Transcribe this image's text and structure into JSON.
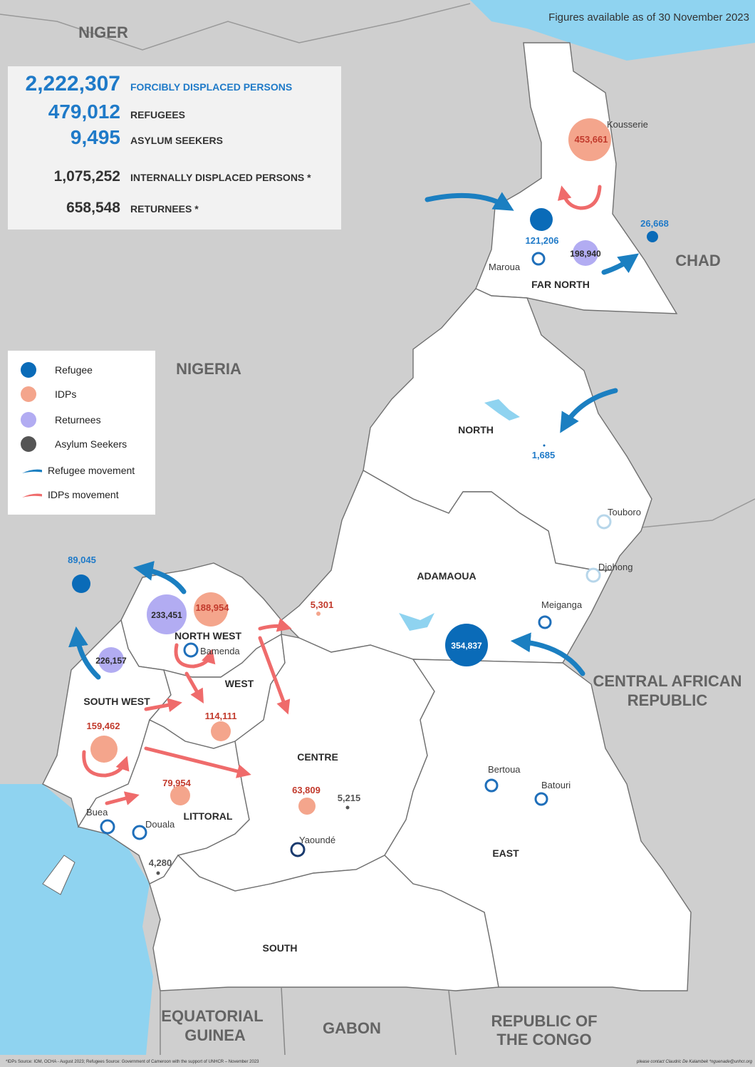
{
  "header": {
    "date_note": "Figures available as of 30 November 2023"
  },
  "stats": [
    {
      "value": "2,222,307",
      "label": "FORCIBLY DISPLACED PERSONS",
      "color": "#1f7ac8"
    },
    {
      "value": "479,012",
      "label": "REFUGEES",
      "color": "#1f7ac8"
    },
    {
      "value": "9,495",
      "label": "ASYLUM SEEKERS",
      "color": "#1f7ac8"
    },
    {
      "value": "1,075,252",
      "label": "INTERNALLY DISPLACED PERSONS *",
      "color": "#333333"
    },
    {
      "value": "658,548",
      "label": "RETURNEES *",
      "color": "#333333"
    }
  ],
  "legend": [
    {
      "label": "Refugee",
      "icon": "refugee-dot-icon",
      "color": "#0a6bb8"
    },
    {
      "label": "IDPs",
      "icon": "idp-dot-icon",
      "color": "#f4a58c"
    },
    {
      "label": "Returnees",
      "icon": "returnee-dot-icon",
      "color": "#b2acf2"
    },
    {
      "label": "Asylum Seekers",
      "icon": "asylum-dot-icon",
      "color": "#555555"
    },
    {
      "label": "Refugee movement",
      "icon": "refugee-arrow-icon",
      "color": "#1b7fc1"
    },
    {
      "label": "IDPs movement",
      "icon": "idp-arrow-icon",
      "color": "#ef6b6b"
    }
  ],
  "map": {
    "countries": {
      "niger": "NIGER",
      "nigeria": "NIGERIA",
      "chad": "CHAD",
      "car_1": "CENTRAL AFRICAN",
      "car_2": "REPUBLIC",
      "eq_guinea_1": "EQUATORIAL",
      "eq_guinea_2": "GUINEA",
      "gabon": "GABON",
      "congo_1": "REPUBLIC OF",
      "congo_2": "THE CONGO"
    },
    "regions": {
      "far_north": "FAR NORTH",
      "north": "NORTH",
      "adamaoua": "ADAMAOUA",
      "north_west": "NORTH WEST",
      "south_west": "SOUTH WEST",
      "west": "WEST",
      "littoral": "LITTORAL",
      "centre": "CENTRE",
      "east": "EAST",
      "south": "SOUTH"
    },
    "cities": {
      "kousserie": "Kousserie",
      "maroua": "Maroua",
      "touboro": "Touboro",
      "djohong": "Djohong",
      "meiganga": "Meiganga",
      "bamenda": "Bamenda",
      "bertoua": "Bertoua",
      "batouri": "Batouri",
      "buea": "Buea",
      "douala": "Douala",
      "yaounde": "Yaoundé"
    },
    "figures": {
      "kousserie_idp": "453,661",
      "maroua_ref": "121,206",
      "far_north_ret": "198,940",
      "chad_ref": "26,668",
      "north_ref": "1,685",
      "nigeria_ref": "89,045",
      "nw_ret": "233,451",
      "nw_idp": "188,954",
      "adamaoua_idp": "5,301",
      "car_ref": "354,837",
      "sw_ret": "226,157",
      "sw_idp": "159,462",
      "west_idp": "114,111",
      "littoral_idp": "79,954",
      "centre_idp": "63,809",
      "centre_asy": "5,215",
      "littoral_asy": "4,280"
    }
  },
  "footer": {
    "source": "*IDPs Source: IOM, OCHA - August 2023; Refugees Source: Government of Cameroon with the support of UNHCR – November 2023",
    "contact": "please contact Claudric De Kalambek *nguenade@unhcr.org"
  }
}
